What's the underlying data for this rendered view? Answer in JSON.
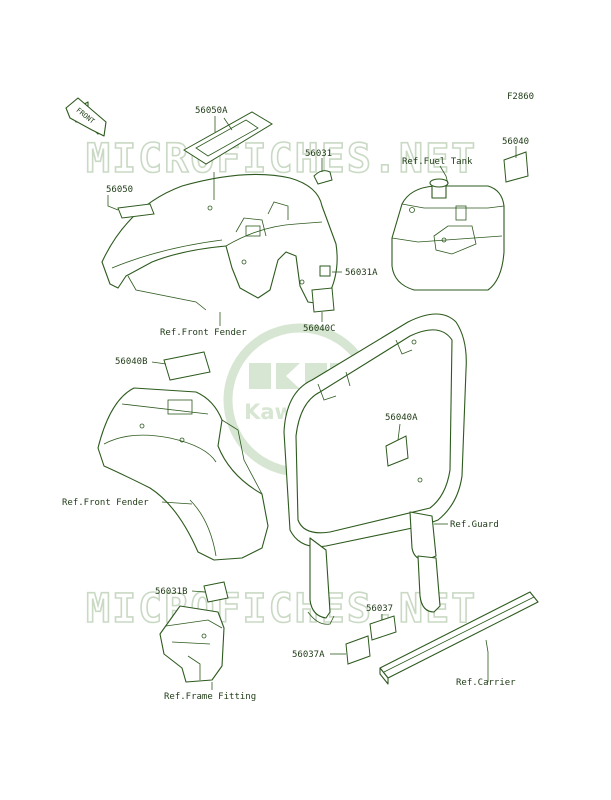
{
  "figure": {
    "code": "F2860"
  },
  "arrow": {
    "label": "FRONT"
  },
  "watermark": {
    "text": "MICROFICHES.NET",
    "brand": "Kawasaki"
  },
  "labels": {
    "p56050A": "56050A",
    "p56031": "56031",
    "p56040": "56040",
    "p56050": "56050",
    "refFuelTank": "Ref.Fuel Tank",
    "p56031A": "56031A",
    "p56040C": "56040C",
    "refFrontFender1": "Ref.Front Fender",
    "p56040B": "56040B",
    "p56040A": "56040A",
    "refFrontFender2": "Ref.Front Fender",
    "refGuard": "Ref.Guard",
    "p56031B": "56031B",
    "p56037": "56037",
    "p56037A": "56037A",
    "refCarrier": "Ref.Carrier",
    "refFrameFitting": "Ref.Frame Fitting"
  },
  "colors": {
    "line": "#2d5a1e",
    "text": "#1f3b16",
    "watermark": "#c9d9c4",
    "logo": "#d7e6d2"
  }
}
